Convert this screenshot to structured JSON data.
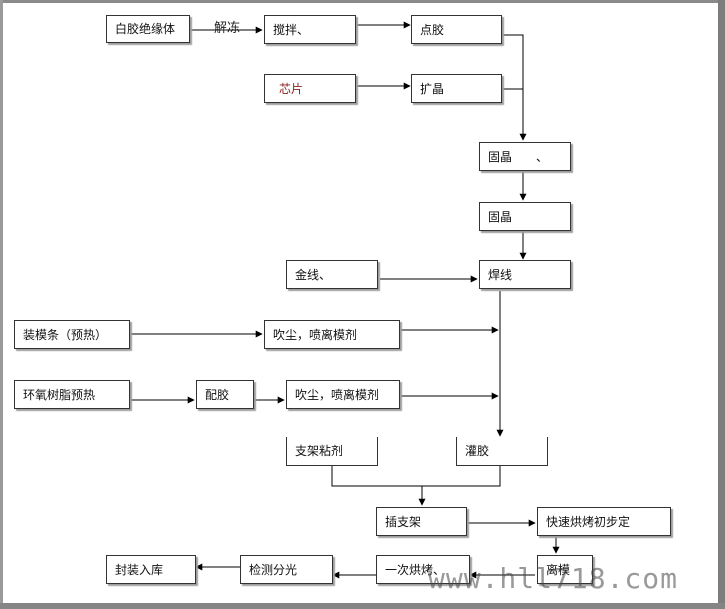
{
  "diagram": {
    "nodes": {
      "white_glue": "白胶绝缘体",
      "stir": "搅拌、",
      "dispense": "点胶",
      "chip": "芯片",
      "expand": "扩晶",
      "fix1": "固晶　　、",
      "fix2": "固晶",
      "gold_wire": "金线、",
      "wire_bond": "焊线",
      "mold_strip": "装模条（预热）",
      "blow_dust1": "吹尘，喷离模剂",
      "epoxy_preheat": "环氧树脂预热",
      "mix_glue": "配胶",
      "blow_dust2": "吹尘，喷离模剂",
      "bracket_glue": "支架粘剂",
      "pour_glue": "灌胶",
      "insert_bracket": "插支架",
      "fast_bake": "快速烘烤初步定",
      "demold": "离模",
      "first_bake": "一次烘烤、",
      "test_sort": "检测分光",
      "package_store": "封装入库"
    },
    "edge_labels": {
      "thaw": "解冻"
    },
    "watermark": "www.hll718.com"
  }
}
